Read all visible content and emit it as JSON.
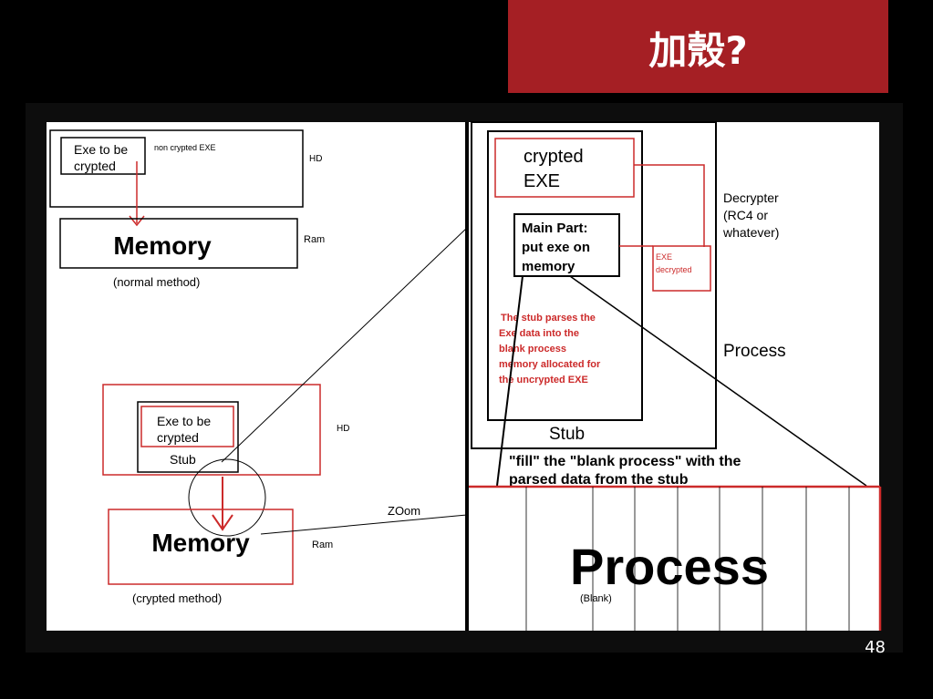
{
  "slide": {
    "title": "加殼?",
    "page_number": "48"
  },
  "left_top": {
    "exe_box": [
      "Exe to be",
      "crypted"
    ],
    "non_crypted_label": "non crypted EXE",
    "hd_label": "HD",
    "memory_label": "Memory",
    "ram_label": "Ram",
    "method_label": "(normal method)"
  },
  "left_bottom": {
    "exe_box": [
      "Exe to be",
      "crypted"
    ],
    "stub_label": "Stub",
    "hd_label": "HD",
    "memory_label": "Memory",
    "ram_label": "Ram",
    "method_label": "(crypted method)",
    "zoom_label": "ZOom"
  },
  "right": {
    "crypted_exe": [
      "crypted",
      "EXE"
    ],
    "main_part": [
      "Main Part:",
      "put exe on",
      "memory"
    ],
    "exe_decrypted": [
      "EXE",
      "decrypted"
    ],
    "decrypter": [
      "Decrypter",
      "(RC4 or",
      "whatever)"
    ],
    "stub_note": [
      "The stub parses the",
      "Exe data into the",
      "blank process",
      "memory allocated for",
      "the uncrypted EXE"
    ],
    "process_label": "Process",
    "stub_label": "Stub",
    "fill_note": [
      "\"fill\" the \"blank process\" with the",
      "parsed data from the stub"
    ],
    "process_big": "Process",
    "blank_label": "(Blank)"
  },
  "colors": {
    "accent_red": "#a51f24",
    "diagram_red": "#cc2a2a",
    "background": "#000000"
  }
}
